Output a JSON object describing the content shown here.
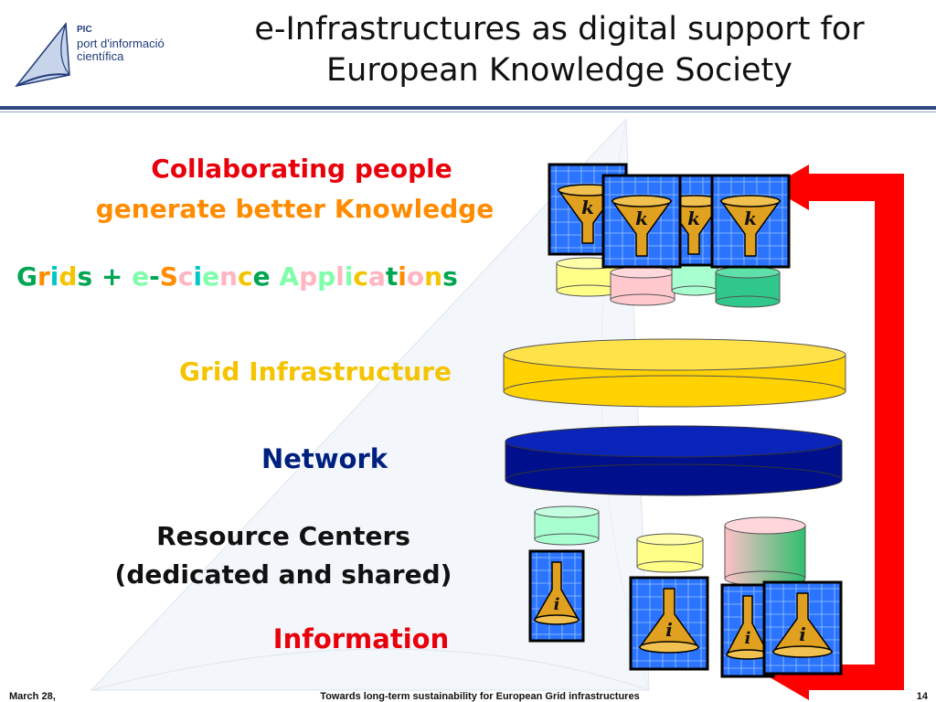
{
  "logo": {
    "name": "PIC",
    "line1": "port d'informació",
    "line2": "científica"
  },
  "title": {
    "line1": "e-Infrastructures as digital support for",
    "line2": "European Knowledge Society"
  },
  "layers": {
    "collab_line1": "Collaborating people",
    "collab_line2": "generate better Knowledge",
    "grids_segments": [
      {
        "text": "G",
        "color": "#00a651"
      },
      {
        "text": "r",
        "color": "#ff8c00"
      },
      {
        "text": "i",
        "color": "#00c8c8"
      },
      {
        "text": "d",
        "color": "#f5c400"
      },
      {
        "text": "s + ",
        "color": "#00a651"
      },
      {
        "text": "e",
        "color": "#7fffaa"
      },
      {
        "text": "-",
        "color": "#00a651"
      },
      {
        "text": "S",
        "color": "#ff8c00"
      },
      {
        "text": "c",
        "color": "#ffb6c1"
      },
      {
        "text": "i",
        "color": "#00c8c8"
      },
      {
        "text": "e",
        "color": "#7fffaa"
      },
      {
        "text": "n",
        "color": "#ffb6c1"
      },
      {
        "text": "c",
        "color": "#f5c400"
      },
      {
        "text": "e ",
        "color": "#00a651"
      },
      {
        "text": "A",
        "color": "#7fffaa"
      },
      {
        "text": "p",
        "color": "#ffb6c1"
      },
      {
        "text": "p",
        "color": "#7fffaa"
      },
      {
        "text": "l",
        "color": "#ffb6c1"
      },
      {
        "text": "i",
        "color": "#7fffaa"
      },
      {
        "text": "c",
        "color": "#f5c400"
      },
      {
        "text": "a",
        "color": "#ffb6c1"
      },
      {
        "text": "t",
        "color": "#00a651"
      },
      {
        "text": "i",
        "color": "#ff8c00"
      },
      {
        "text": "o",
        "color": "#ffb6c1"
      },
      {
        "text": "n",
        "color": "#f5c400"
      },
      {
        "text": "s",
        "color": "#00a651"
      }
    ],
    "grid_infrastructure": "Grid Infrastructure",
    "network": "Network",
    "resource_line1": "Resource Centers",
    "resource_line2": "(dedicated and shared)",
    "information": "Information"
  },
  "icons": {
    "knowledge_letter": "k",
    "information_letter": "i"
  },
  "colors": {
    "red": "#e8000b",
    "orange": "#ff8c00",
    "grid_yellow": "#ffd700",
    "network_blue": "#00108c",
    "header_rule": "#2c4a7e",
    "arrow_red": "#ff0000"
  },
  "footer": {
    "date": "March 28,",
    "center": "Towards long-term sustainability for European Grid infrastructures",
    "page": "14"
  }
}
